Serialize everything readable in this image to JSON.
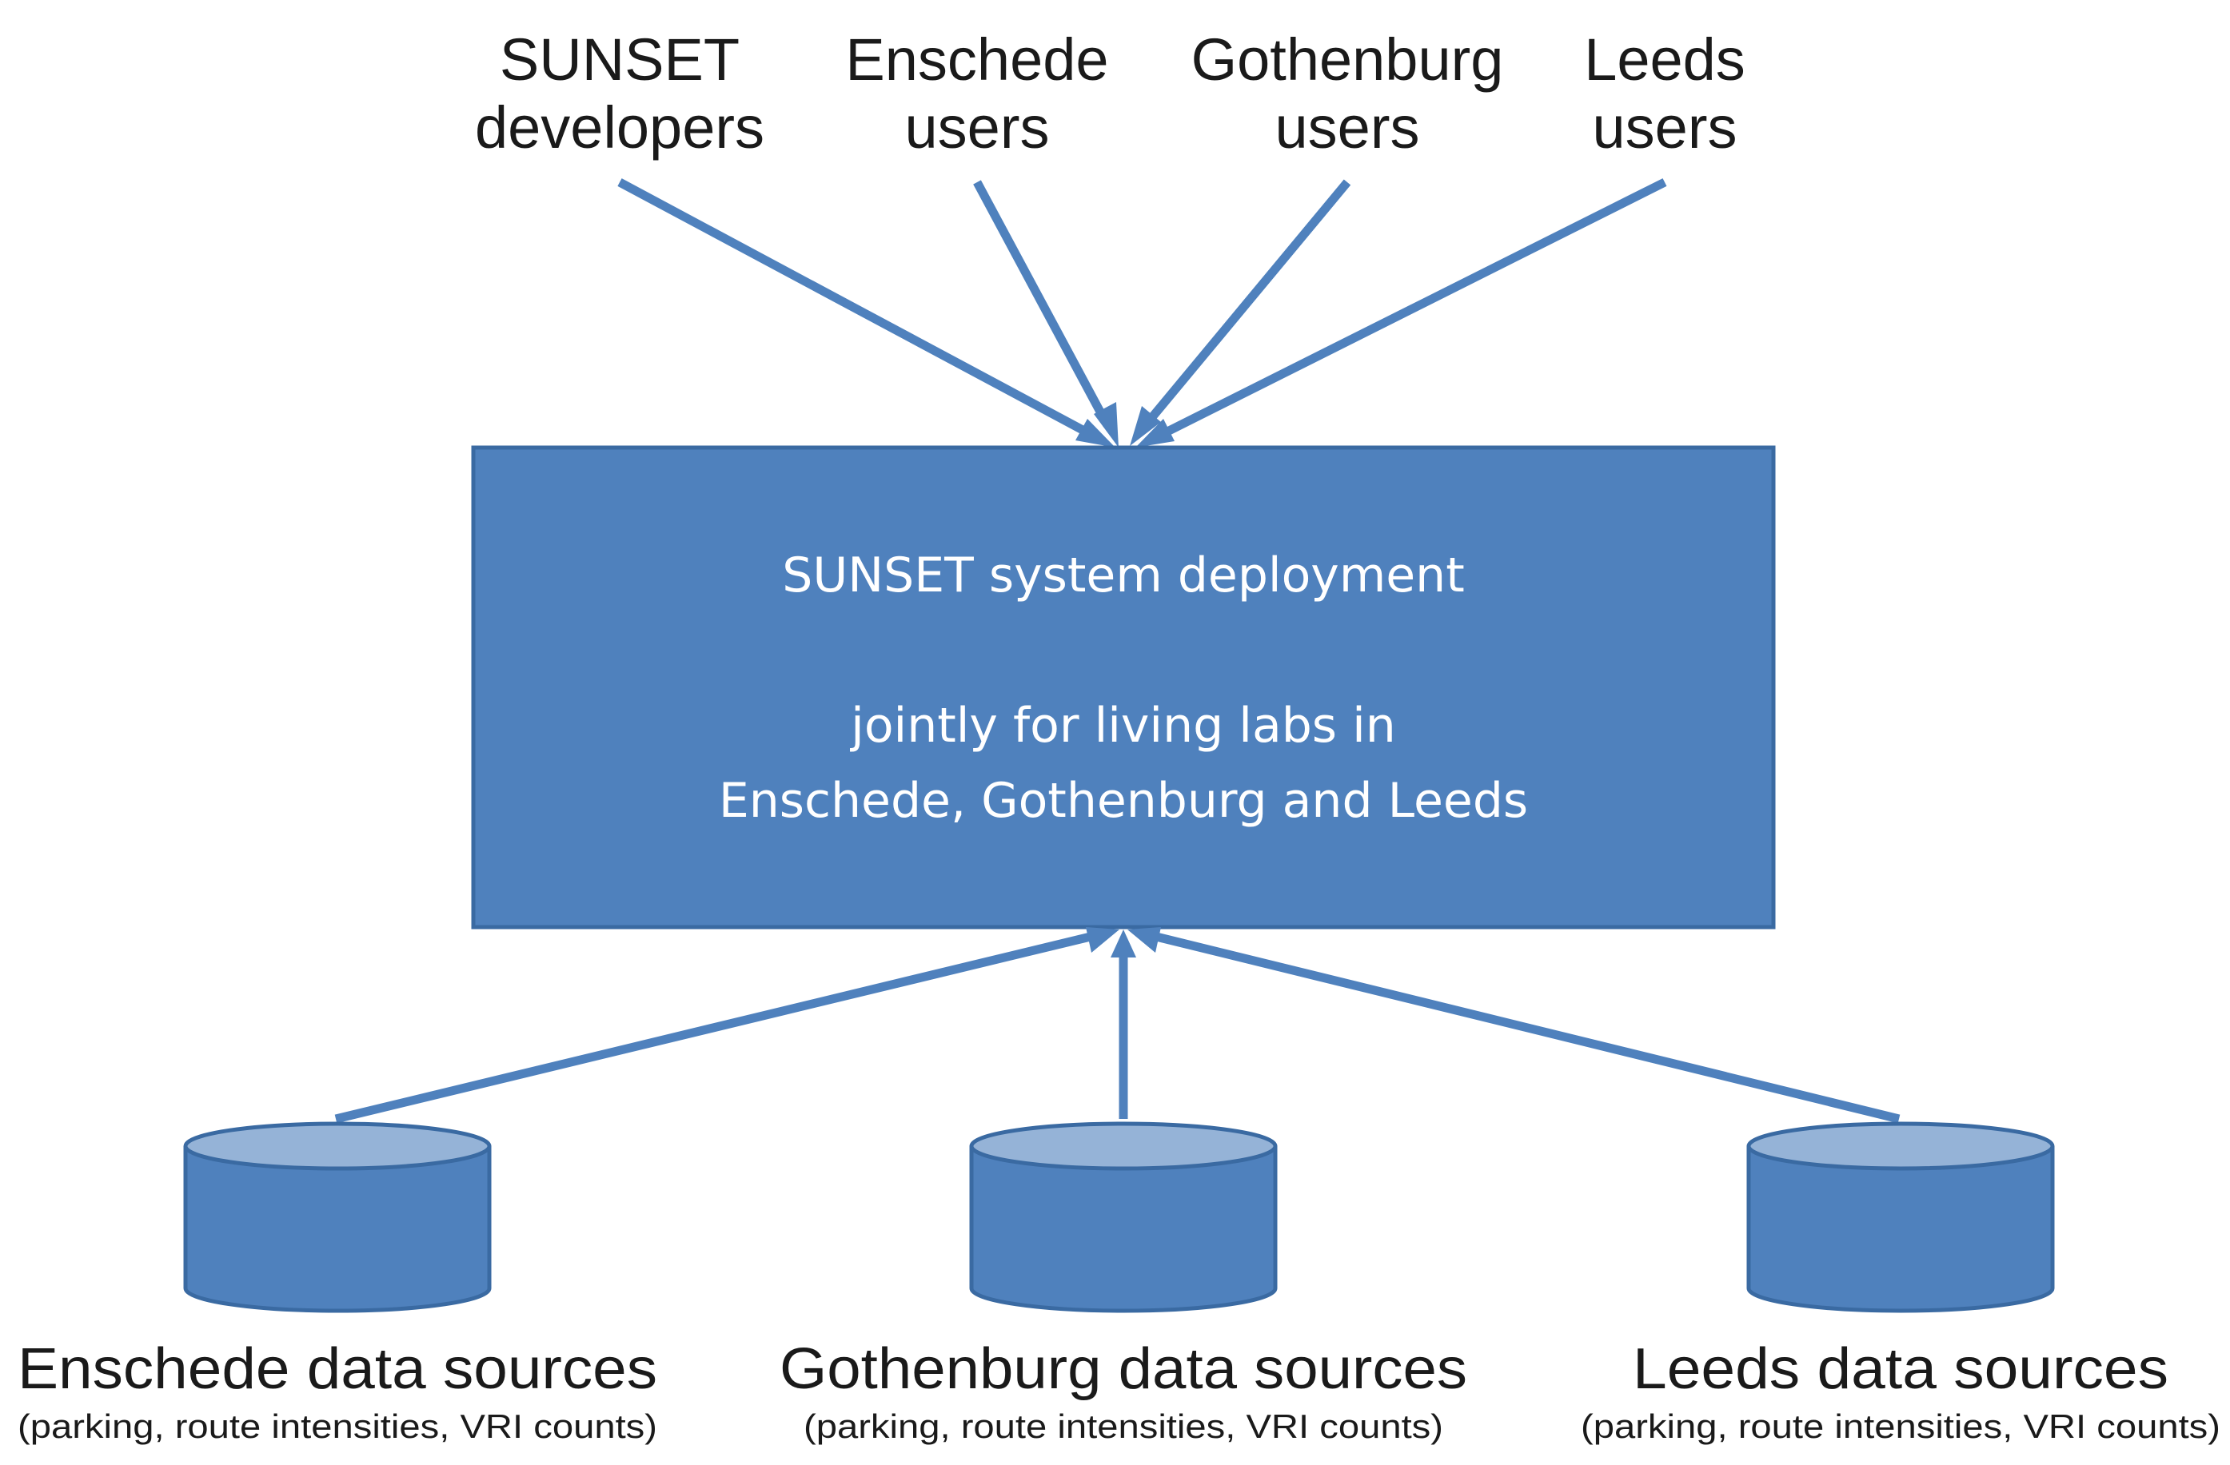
{
  "colors": {
    "primary": "#4f81bd",
    "border": "#3a6aa2",
    "cylinder_top": "#95b3d7",
    "text_dark": "#1a1a1a",
    "text_light": "#ffffff"
  },
  "users": [
    {
      "line1": "SUNSET",
      "line2": "developers"
    },
    {
      "line1": "Enschede",
      "line2": "users"
    },
    {
      "line1": "Gothenburg",
      "line2": "users"
    },
    {
      "line1": "Leeds",
      "line2": "users"
    }
  ],
  "system": {
    "title": "SUNSET system deployment",
    "line2": "jointly for living labs in",
    "line3": "Enschede, Gothenburg and Leeds"
  },
  "sources": [
    {
      "title": "Enschede data sources",
      "subtitle": "(parking, route intensities, VRI counts)"
    },
    {
      "title": "Gothenburg data sources",
      "subtitle": "(parking, route intensities, VRI counts)"
    },
    {
      "title": "Leeds data sources",
      "subtitle": "(parking, route intensities, VRI counts)"
    }
  ]
}
